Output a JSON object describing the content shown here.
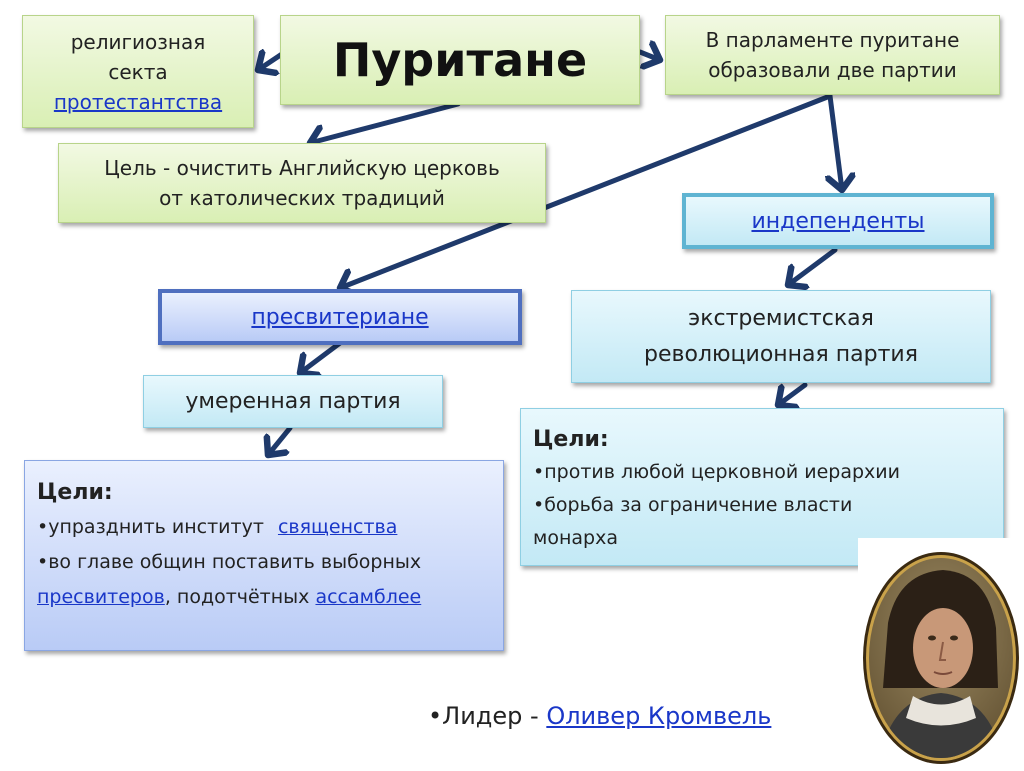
{
  "title": "Пуритане",
  "left_top": {
    "line1": "религиозная",
    "line2": "секта",
    "link": "протестантства"
  },
  "right_top": {
    "line1": "В парламенте пуритане",
    "line2": "образовали две партии"
  },
  "goal": {
    "line1": "Цель - очистить Английскую церковь",
    "line2": "от католических традиций"
  },
  "independents": {
    "label": "индепенденты"
  },
  "extremist": {
    "line1": "экстремистская",
    "line2": "революционная партия"
  },
  "independents_goals": {
    "heading": "Цели:",
    "item1": "•против любой церковной иерархии",
    "item2_line1": "•борьба за ограничение власти",
    "item2_line2": "монарха"
  },
  "presbyterians": {
    "label": "пресвитериане"
  },
  "moderate": {
    "label": "умеренная партия"
  },
  "presbyterian_goals": {
    "heading": "Цели:",
    "item1_text": "•упразднить институт",
    "item1_link": "священства",
    "item2_line1": "•во главе общин поставить выборных",
    "item2_link1": "пресвитеров",
    "item2_mid": ", подотчётных",
    "item2_link2": "ассамблее"
  },
  "leader": {
    "prefix": "•Лидер -",
    "link": "Оливер Кромвель"
  },
  "colors": {
    "arrow": "#1f3a6b",
    "link": "#1a37c8",
    "green_box": "#d9efb4",
    "cyan_box": "#c3e9f5",
    "blue_box": "#b9cbf6"
  }
}
